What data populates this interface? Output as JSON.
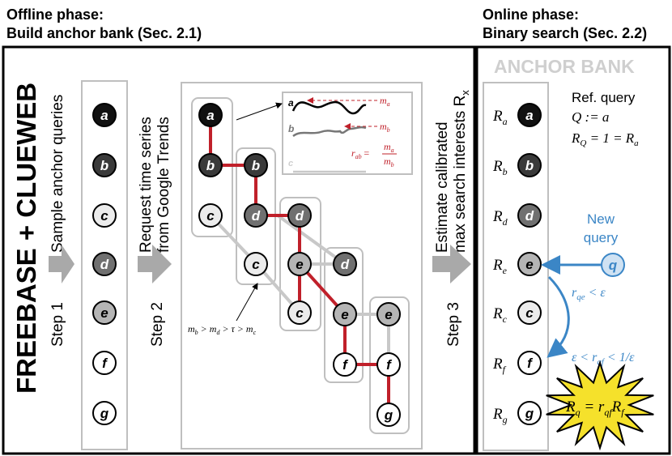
{
  "headers": {
    "offline_line1": "Offline phase:",
    "offline_line2": "Build anchor bank (Sec. 2.1)",
    "online_line1": "Online phase:",
    "online_line2": "Binary search (Sec. 2.2)"
  },
  "source_label": "FREEBASE + CLUEWEB",
  "steps": {
    "step1": {
      "desc": "Sample anchor queries",
      "label": "Step 1"
    },
    "step2": {
      "desc_line1": "Request time series",
      "desc_line2": "from Google Trends",
      "label": "Step 2"
    },
    "step3": {
      "desc_line1": "Estimate calibrated",
      "desc_line2": "max search interests R",
      "desc_sub": "x",
      "label": "Step 3"
    }
  },
  "anchor_column": [
    "a",
    "b",
    "c",
    "d",
    "e",
    "f",
    "g"
  ],
  "graph": {
    "nodes": [
      "a",
      "b",
      "c",
      "b",
      "d",
      "c",
      "d",
      "e",
      "c",
      "d",
      "e",
      "f",
      "e",
      "f",
      "g"
    ],
    "annotation_left": "m",
    "annotation_text": "m_b > m_d > τ > m_c"
  },
  "inset": {
    "series_a": "a",
    "series_b": "b",
    "series_c": "c",
    "ma": "m",
    "ma_sub": "a",
    "mb": "m",
    "mb_sub": "b",
    "ratio_label": "r",
    "ratio_sub": "ab",
    "ratio_eq": "=",
    "ratio_num": "m",
    "ratio_num_sub": "a",
    "ratio_den": "m",
    "ratio_den_sub": "b"
  },
  "anchor_bank": {
    "title": "ANCHOR BANK",
    "ref_line1": "Ref. query",
    "ref_line2": "Q := a",
    "ref_line3_a": "R",
    "ref_line3_sub": "Q",
    "ref_line3_b": " = 1 = R",
    "ref_line3_sub2": "a",
    "rows": [
      {
        "r": "R",
        "sub": "a",
        "node": "a"
      },
      {
        "r": "R",
        "sub": "b",
        "node": "b"
      },
      {
        "r": "R",
        "sub": "d",
        "node": "d"
      },
      {
        "r": "R",
        "sub": "e",
        "node": "e"
      },
      {
        "r": "R",
        "sub": "c",
        "node": "c"
      },
      {
        "r": "R",
        "sub": "f",
        "node": "f"
      },
      {
        "r": "R",
        "sub": "g",
        "node": "g"
      }
    ],
    "new_query_line1": "New",
    "new_query_line2": "query",
    "query_node": "q",
    "cond1_r": "r",
    "cond1_sub": "qe",
    "cond1_rest": " < ε",
    "cond2_pre": "ε < r",
    "cond2_sub": "qf",
    "cond2_rest": " < 1/ε",
    "result_r": "R",
    "result_sub": "q",
    "result_eq": " = r",
    "result_sub2": "qf",
    "result_r2": "R",
    "result_sub3": "f"
  },
  "colors": {
    "node_a": "#111111",
    "node_b": "#3a3a3a",
    "node_d": "#707070",
    "node_e": "#b5b5b5",
    "node_c": "#ececec",
    "node_f": "#ffffff",
    "node_g": "#ffffff",
    "red_edge": "#c0202a",
    "gray_edge": "#c8c8c8",
    "blue": "#3b86c6",
    "star": "#f5e12b"
  }
}
